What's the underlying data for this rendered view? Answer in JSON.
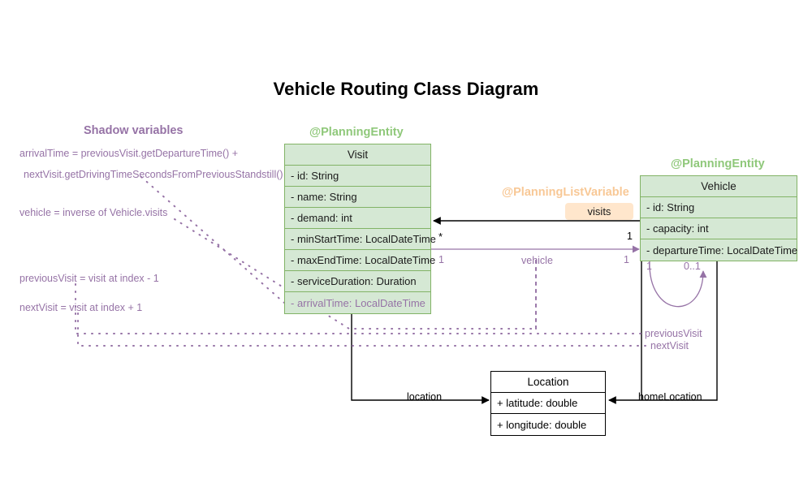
{
  "diagram": {
    "title": "Vehicle Routing Class Diagram",
    "type": "uml-class-diagram",
    "colors": {
      "entity_fill": "#d5e8d4",
      "entity_border": "#82b366",
      "stereotype_green": "#8fc87a",
      "stereotype_orange": "#f8c896",
      "shadow_purple": "#9673a6",
      "badge_fill": "#ffe6cc",
      "plain_border": "#000000",
      "background": "#ffffff"
    }
  },
  "stereotypes": {
    "visit_entity": "@PlanningEntity",
    "vehicle_entity": "@PlanningEntity",
    "planning_list_variable": "@PlanningListVariable",
    "shadow_variables_heading": "Shadow variables"
  },
  "badges": {
    "visits": "visits"
  },
  "classes": {
    "visit": {
      "name": "Visit",
      "attributes": [
        "- id: String",
        "- name: String",
        "- demand: int",
        "- minStartTime: LocalDateTime",
        "- maxEndTime: LocalDateTime",
        "- serviceDuration: Duration",
        "- arrivalTime: LocalDateTime"
      ],
      "shadow_attribute_index": 6
    },
    "vehicle": {
      "name": "Vehicle",
      "attributes": [
        "- id: String",
        "- capacity: int",
        "- departureTime: LocalDateTime"
      ]
    },
    "location": {
      "name": "Location",
      "attributes": [
        "+ latitude: double",
        "+ longitude: double"
      ]
    }
  },
  "shadow_variables": {
    "heading": "Shadow variables",
    "lines": [
      "arrivalTime = previousVisit.getDepartureTime() +",
      "nextVisit.getDrivingTimeSecondsFromPreviousStandstill()",
      "vehicle = inverse of Vehicle.visits",
      "previousVisit = visit at index - 1",
      "nextVisit = visit at index + 1"
    ]
  },
  "relations": {
    "visits": {
      "label": "visits",
      "source_multiplicity": "1",
      "target_multiplicity": "*",
      "style": "solid-black"
    },
    "vehicle": {
      "label": "vehicle",
      "source_multiplicity": "1",
      "target_multiplicity": "1",
      "style": "solid-purple"
    },
    "visit_chain": {
      "source_multiplicity": "1",
      "target_multiplicity": "0..1",
      "style": "curved-purple"
    },
    "location": {
      "label": "location",
      "style": "solid-black"
    },
    "home_location": {
      "label": "homeLocation",
      "style": "solid-black"
    },
    "previous_visit": {
      "label": "previousVisit",
      "style": "dotted-purple"
    },
    "next_visit": {
      "label": "nextVisit",
      "style": "dotted-purple"
    }
  }
}
